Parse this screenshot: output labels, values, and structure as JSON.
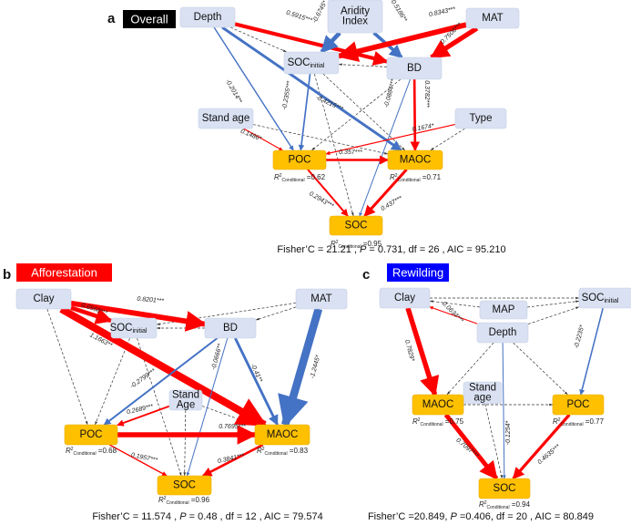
{
  "colors": {
    "positive": "#ff0000",
    "negative": "#4472c4",
    "negative_strong": "#1f77d0",
    "nonsig": "#333333",
    "predictor_node": "#d9e1f2",
    "response_node": "#ffc000",
    "title_overall": "#000000",
    "title_afforestation": "#ff0000",
    "title_rewilding": "#0000ff"
  },
  "panels": [
    {
      "id": "a",
      "letter": "a",
      "title": "Overall",
      "nodes": {
        "depth": {
          "label": "Depth"
        },
        "aridity": {
          "label": "Aridity\nIndex"
        },
        "mat": {
          "label": "MAT"
        },
        "soc_initial": {
          "label": "SOC",
          "sub": "initial"
        },
        "bd": {
          "label": "BD"
        },
        "stand_age": {
          "label": "Stand age"
        },
        "type": {
          "label": "Type"
        },
        "poc": {
          "label": "POC",
          "r2": "=0.62"
        },
        "maoc": {
          "label": "MAOC",
          "r2": "=0.71"
        },
        "soc": {
          "label": "SOC",
          "r2": "=0.95"
        }
      },
      "paths": [
        {
          "from": "depth",
          "to": "bd",
          "coef": "0.5915***",
          "sign": "positive",
          "strength": 0.59
        },
        {
          "from": "aridity",
          "to": "soc_initial",
          "coef": "-0.6745*",
          "sign": "negative",
          "strength": 0.67
        },
        {
          "from": "aridity",
          "to": "bd",
          "coef": "-0.5186**",
          "sign": "negative",
          "strength": 0.52
        },
        {
          "from": "mat",
          "to": "soc_initial",
          "coef": "0.8343***",
          "sign": "positive",
          "strength": 0.83
        },
        {
          "from": "mat",
          "to": "bd",
          "coef": "0.7506***",
          "sign": "positive",
          "strength": 0.75
        },
        {
          "from": "depth",
          "to": "poc",
          "coef": "-0.2014**",
          "sign": "negative",
          "strength": 0.2
        },
        {
          "from": "depth",
          "to": "maoc",
          "coef": "-0.4215***",
          "sign": "negative",
          "strength": 0.42
        },
        {
          "from": "soc_initial",
          "to": "poc",
          "coef": "-0.2355***",
          "sign": "negative",
          "strength": 0.24
        },
        {
          "from": "bd",
          "to": "soc",
          "coef": "-0.0884***",
          "sign": "negative",
          "strength": 0.09
        },
        {
          "from": "bd",
          "to": "maoc",
          "coef": "0.3782***",
          "sign": "positive",
          "strength": 0.38
        },
        {
          "from": "stand_age",
          "to": "poc",
          "coef": "0.1486*",
          "sign": "positive",
          "strength": 0.15
        },
        {
          "from": "type",
          "to": "poc",
          "coef": "0.1674*",
          "sign": "positive",
          "strength": 0.17
        },
        {
          "from": "poc",
          "to": "maoc",
          "coef": "0.357***",
          "sign": "positive",
          "strength": 0.36
        },
        {
          "from": "poc",
          "to": "soc",
          "coef": "0.2943***",
          "sign": "positive",
          "strength": 0.29
        },
        {
          "from": "maoc",
          "to": "soc",
          "coef": "0.437***",
          "sign": "positive",
          "strength": 0.44
        }
      ],
      "nonsig_paths": [
        [
          "depth",
          "soc_initial"
        ],
        [
          "bd",
          "soc_initial"
        ],
        [
          "soc_initial",
          "maoc"
        ],
        [
          "soc_initial",
          "soc"
        ],
        [
          "bd",
          "poc"
        ],
        [
          "stand_age",
          "maoc"
        ],
        [
          "type",
          "maoc"
        ]
      ],
      "fit": {
        "prefix": "Fisher’C = 21.21 , ",
        "p_label": "P",
        "rest": " = 0.731, df = 26 , AIC = 95.210"
      }
    },
    {
      "id": "b",
      "letter": "b",
      "title": "Afforestation",
      "nodes": {
        "clay": {
          "label": "Clay"
        },
        "mat": {
          "label": "MAT"
        },
        "soc_initial": {
          "label": "SOC",
          "sub": "initial"
        },
        "bd": {
          "label": "BD"
        },
        "stand_age": {
          "label": "Stand\nAge"
        },
        "poc": {
          "label": "POC",
          "r2": "=0.68"
        },
        "maoc": {
          "label": "MAOC",
          "r2": "=0.83"
        },
        "soc": {
          "label": "SOC",
          "r2": "=0.96"
        }
      },
      "paths": [
        {
          "from": "clay",
          "to": "bd",
          "coef": "0.8201***",
          "sign": "positive",
          "strength": 0.82
        },
        {
          "from": "clay",
          "to": "soc_initial",
          "coef": "0.6568***",
          "sign": "positive",
          "strength": 0.66
        },
        {
          "from": "clay",
          "to": "maoc",
          "coef": "1.1663**",
          "sign": "positive",
          "strength": 1.17
        },
        {
          "from": "mat",
          "to": "maoc",
          "coef": "-1.2445*",
          "sign": "negative",
          "strength": 1.24
        },
        {
          "from": "bd",
          "to": "poc",
          "coef": "-0.2799***",
          "sign": "negative",
          "strength": 0.28
        },
        {
          "from": "bd",
          "to": "soc",
          "coef": "-0.0666**",
          "sign": "negative",
          "strength": 0.07
        },
        {
          "from": "bd",
          "to": "maoc",
          "coef": "-0.41**",
          "sign": "negative",
          "strength": 0.41
        },
        {
          "from": "stand_age",
          "to": "poc",
          "coef": "0.2689***",
          "sign": "positive",
          "strength": 0.27
        },
        {
          "from": "poc",
          "to": "maoc",
          "coef": "0.7695***",
          "sign": "positive",
          "strength": 0.77
        },
        {
          "from": "poc",
          "to": "soc",
          "coef": "0.1957***",
          "sign": "positive",
          "strength": 0.2
        },
        {
          "from": "maoc",
          "to": "soc",
          "coef": "0.3841***",
          "sign": "positive",
          "strength": 0.38
        }
      ],
      "nonsig_paths": [
        [
          "mat",
          "soc_initial"
        ],
        [
          "mat",
          "bd"
        ],
        [
          "bd",
          "soc_initial"
        ],
        [
          "clay",
          "poc"
        ],
        [
          "soc_initial",
          "poc"
        ],
        [
          "soc_initial",
          "soc"
        ],
        [
          "stand_age",
          "maoc"
        ],
        [
          "stand_age",
          "soc"
        ]
      ],
      "fit": {
        "prefix": "Fisher’C = 11.574 , ",
        "p_label": "P",
        "rest": " = 0.48 , df = 12 , AIC = 79.574"
      }
    },
    {
      "id": "c",
      "letter": "c",
      "title": "Rewilding",
      "nodes": {
        "clay": {
          "label": "Clay"
        },
        "map": {
          "label": "MAP"
        },
        "soc_initial": {
          "label": "SOC",
          "sub": "initial"
        },
        "depth": {
          "label": "Depth"
        },
        "stand_age": {
          "label": "Stand\nage"
        },
        "maoc": {
          "label": "MAOC",
          "r2": "=0.75"
        },
        "poc": {
          "label": "POC",
          "r2": "=0.77"
        },
        "soc": {
          "label": "SOC",
          "r2": "=0.94"
        }
      },
      "paths": [
        {
          "from": "depth",
          "to": "clay",
          "coef": "0.0634***",
          "sign": "positive",
          "strength": 0.06
        },
        {
          "from": "clay",
          "to": "maoc",
          "coef": "0.7829*",
          "sign": "positive",
          "strength": 0.78
        },
        {
          "from": "soc_initial",
          "to": "poc",
          "coef": "-0.2235*",
          "sign": "negative",
          "strength": 0.22
        },
        {
          "from": "depth",
          "to": "soc",
          "coef": "-0.1254*",
          "sign": "negative",
          "strength": 0.13
        },
        {
          "from": "maoc",
          "to": "soc",
          "coef": "0.7097***",
          "sign": "positive",
          "strength": 0.71
        },
        {
          "from": "poc",
          "to": "soc",
          "coef": "0.4635***",
          "sign": "positive",
          "strength": 0.46
        }
      ],
      "nonsig_paths": [
        [
          "clay",
          "soc_initial"
        ],
        [
          "map",
          "clay"
        ],
        [
          "map",
          "soc_initial"
        ],
        [
          "depth",
          "soc_initial"
        ],
        [
          "depth",
          "maoc"
        ],
        [
          "depth",
          "poc"
        ],
        [
          "maoc",
          "poc"
        ],
        [
          "stand_age",
          "soc"
        ]
      ],
      "fit": {
        "prefix": "Fisher’C =20.849, ",
        "p_label": "P",
        "rest": " =0.406, df = 20 , AIC = 80.849"
      }
    }
  ],
  "r2_label": {
    "main": "R",
    "sup": "2",
    "sub": "Conditional"
  }
}
